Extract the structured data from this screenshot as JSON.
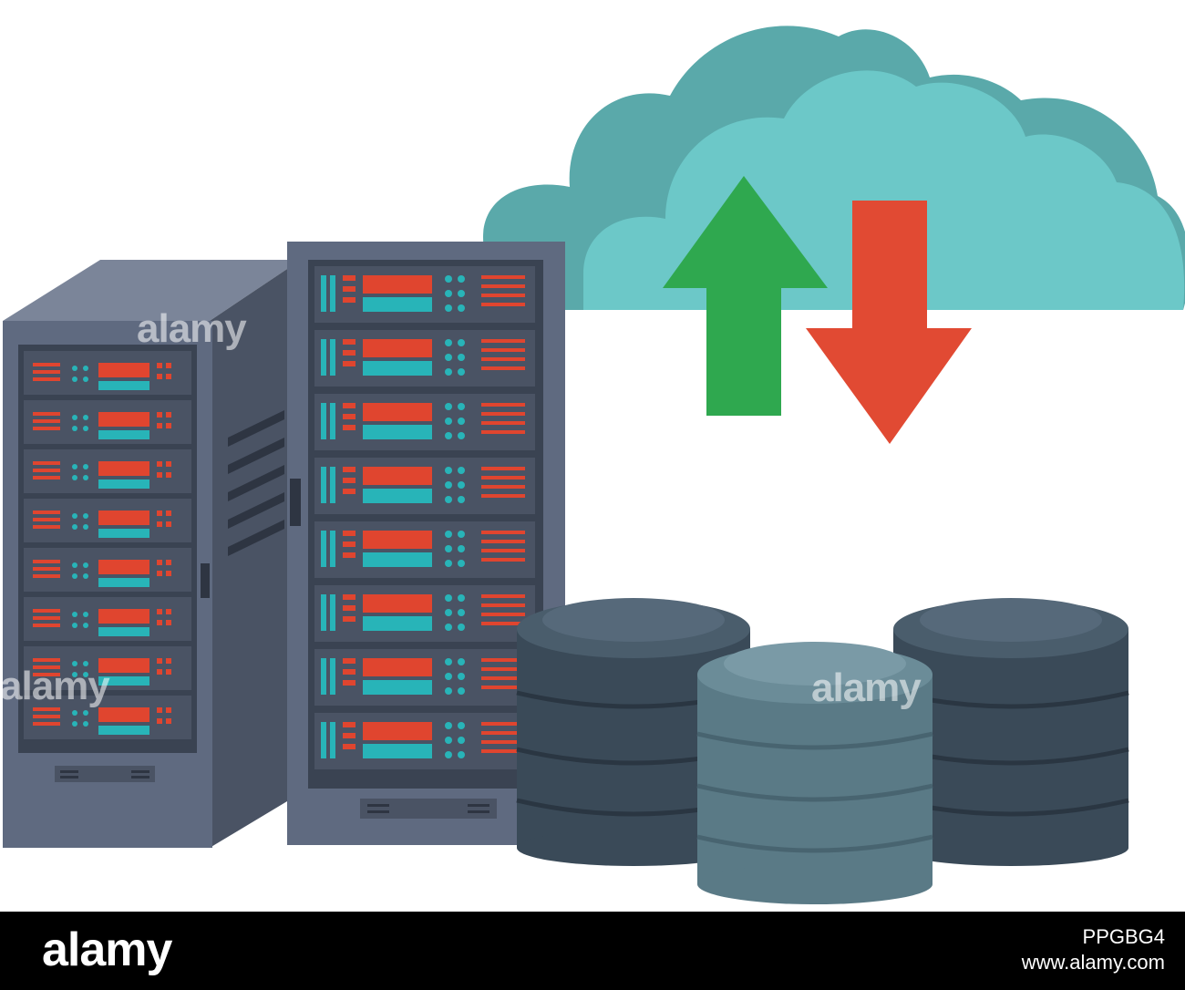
{
  "image": {
    "subject": "server racks, database cylinders and cloud with upload/download arrows",
    "colors": {
      "cloud_dark": "#5aa9aa",
      "cloud_light": "#6cc8c8",
      "arrow_up": "#2fa84f",
      "arrow_down": "#e14a33",
      "rack_body": "#5f6a80",
      "rack_dark": "#3a4352",
      "rack_red": "#e0452f",
      "rack_teal": "#28b4b8",
      "db_dark": "#3d4e5e",
      "db_light": "#5a7a86"
    },
    "icons": [
      "server-rack-icon",
      "database-icon",
      "cloud-icon",
      "upload-arrow-icon",
      "download-arrow-icon"
    ]
  },
  "watermark": {
    "text": "alamy"
  },
  "footer": {
    "logo": "alamy",
    "image_id": "PPGBG4",
    "url": "www.alamy.com"
  }
}
